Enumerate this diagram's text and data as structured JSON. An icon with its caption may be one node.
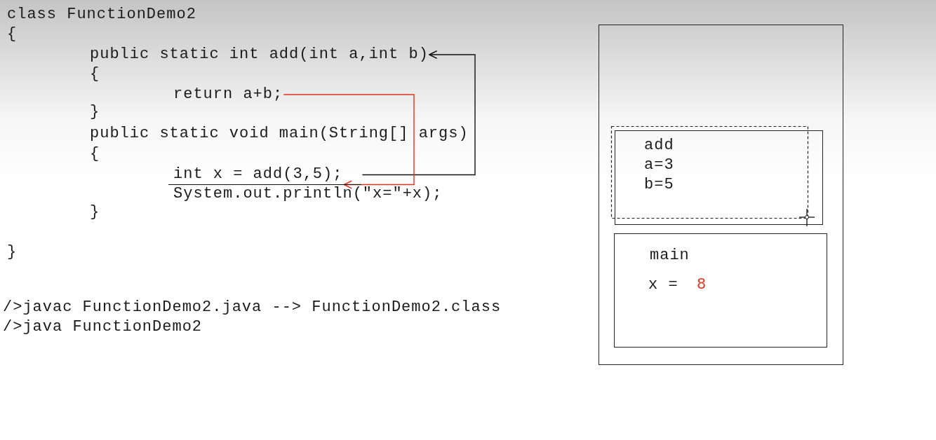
{
  "diagram": {
    "nodes": [
      {
        "text": [
          "public static int add(int a,int b)"
        ]
      },
      {
        "text": [
          "return a+b;"
        ]
      },
      {
        "text": [
          "int x = add(3,5);"
        ]
      },
      {
        "text": [],
        "shape": "box"
      },
      {
        "text": [
          "add",
          "a=3",
          "b=5"
        ],
        "in": 3
      },
      {
        "text": [
          "main",
          "x =",
          "8"
        ],
        "in": 3
      }
    ],
    "edges": [
      {
        "from": 2,
        "to": 0,
        "arrow": "to"
      },
      {
        "from": 1,
        "to": 2,
        "arrow": "to",
        "color": "#e0321e"
      }
    ],
    "labels": [
      "class FunctionDemo2",
      "{",
      "{",
      "}",
      "public static void main(String[] args)",
      "{",
      "System.out.println(\"x=\"+x);",
      "}",
      "}",
      "/>javac FunctionDemo2.java --> FunctionDemo2.class",
      "/>java FunctionDemo2"
    ]
  }
}
